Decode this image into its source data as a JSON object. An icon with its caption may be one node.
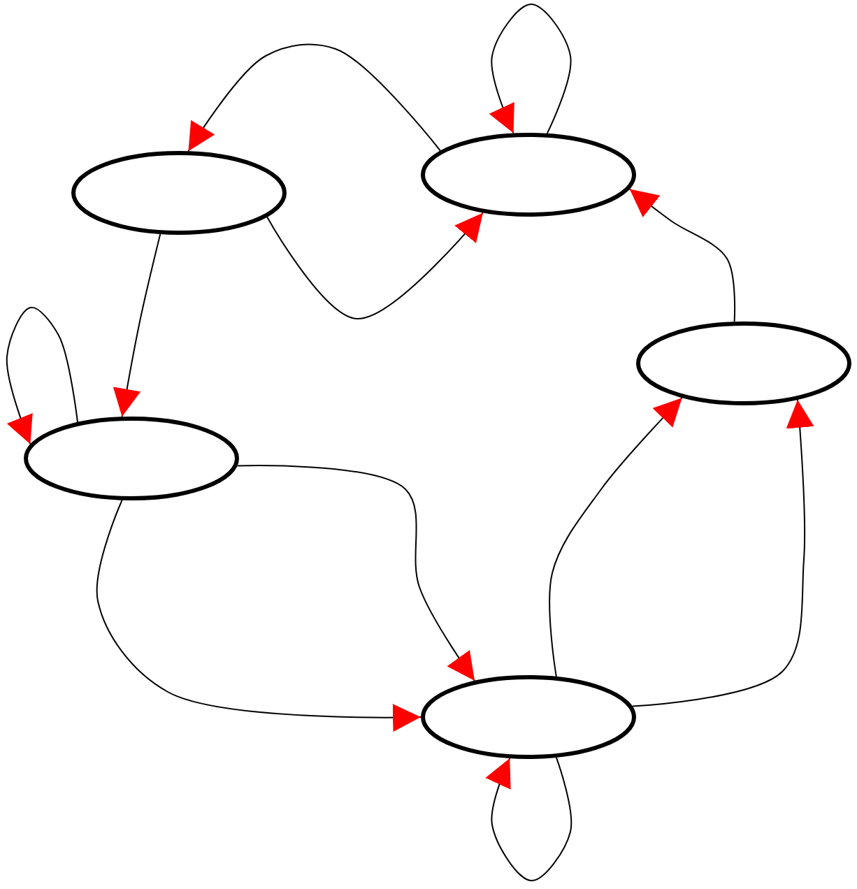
{
  "diagram": {
    "nodes": [
      {
        "text": [],
        "shape": "ellipse"
      },
      {
        "text": [],
        "shape": "ellipse"
      },
      {
        "text": [],
        "shape": "ellipse"
      },
      {
        "text": [],
        "shape": "ellipse"
      },
      {
        "text": [],
        "shape": "ellipse"
      }
    ],
    "edges": [
      {
        "from": 1,
        "to": 0,
        "arrow": "to"
      },
      {
        "from": 0,
        "to": 1,
        "arrow": "to"
      },
      {
        "from": 1,
        "to": 1,
        "arrow": "to"
      },
      {
        "from": 2,
        "to": 1,
        "arrow": "to"
      },
      {
        "from": 0,
        "to": 3,
        "arrow": "to"
      },
      {
        "from": 3,
        "to": 3,
        "arrow": "to"
      },
      {
        "from": 3,
        "to": 4,
        "arrow": "to"
      },
      {
        "from": 3,
        "to": 4,
        "arrow": "to"
      },
      {
        "from": 4,
        "to": 2,
        "arrow": "to"
      },
      {
        "from": 4,
        "to": 2,
        "arrow": "to"
      },
      {
        "from": 4,
        "to": 4,
        "arrow": "to"
      }
    ]
  }
}
